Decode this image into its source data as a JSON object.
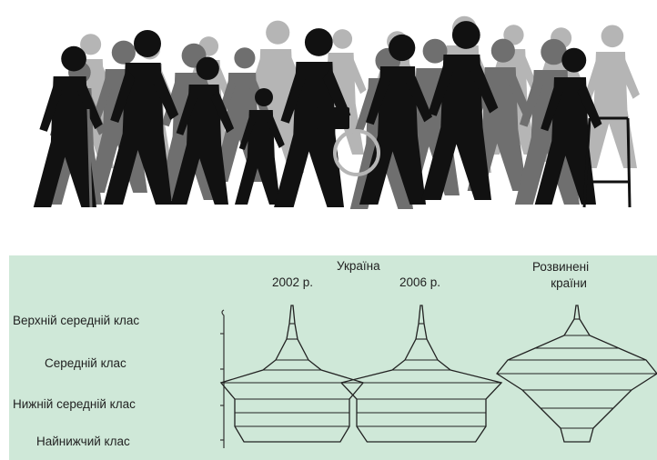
{
  "illustration": {
    "name": "crowd-silhouettes",
    "colors": {
      "dark": "#111111",
      "mid": "#6f6f6f",
      "light": "#b5b5b5"
    }
  },
  "diagram": {
    "background": "#cfe8d8",
    "group_header": "Україна",
    "columns": [
      {
        "label": "2002 р."
      },
      {
        "label": "2006 р."
      },
      {
        "label": "Розвинені\nкраїни"
      }
    ],
    "rows": [
      {
        "label": "Верхній середній клас"
      },
      {
        "label": "Середній клас"
      },
      {
        "label": "Нижній середній клас"
      },
      {
        "label": "Найнижчий клас"
      }
    ]
  }
}
